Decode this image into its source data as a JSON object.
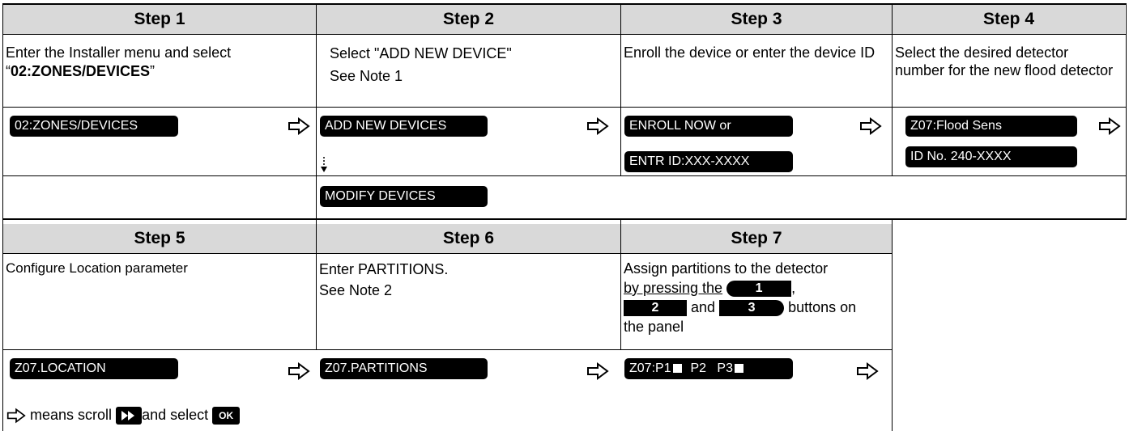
{
  "steps_row1": {
    "headers": [
      "Step 1",
      "Step 2",
      "Step 3",
      "Step 4"
    ],
    "step1_desc_pre": "Enter the Installer menu and select “",
    "step1_desc_bold": "02:ZONES/DEVICES",
    "step1_desc_post": "”",
    "step2_desc_line1": "Select  \"ADD NEW  DEVICE\"",
    "step2_desc_line2": "See Note 1",
    "step3_desc": "Enroll the device or enter the device ID",
    "step4_desc": "Select the desired detector number for the new flood detector",
    "lcd_step1": "02:ZONES/DEVICES",
    "lcd_step2": "ADD NEW DEVICES",
    "lcd_step3a": "ENROLL NOW or",
    "lcd_step3b": "ENTR ID:XXX-XXXX",
    "lcd_step4a": "Z07:Flood Sens",
    "lcd_step4b": "ID No. 240-XXXX",
    "lcd_modify": "MODIFY DEVICES"
  },
  "steps_row2": {
    "headers": [
      "Step 5",
      "Step 6",
      "Step 7"
    ],
    "step5_desc": "Configure Location parameter",
    "step6_desc_line1": "Enter PARTITIONS.",
    "step6_desc_line2": "See Note 2",
    "step7_desc_line1": "Assign partitions to the detector",
    "step7_desc_by": "by pressing the",
    "step7_key1": "1",
    "step7_comma": ",",
    "step7_key2": "2",
    "step7_and": "and",
    "step7_key3": "3",
    "step7_buttons_on": "buttons on",
    "step7_panel": "the panel",
    "lcd_step5": "Z07.LOCATION",
    "lcd_step6": "Z07.PARTITIONS",
    "lcd_step7_p1": "Z07:P1",
    "lcd_step7_p2": "P2",
    "lcd_step7_p3": "P3"
  },
  "legend": {
    "means_scroll": "means scroll",
    "and_select": "and select",
    "ok_label": "OK",
    "scroll_icon": "fast-forward-icon",
    "arrow_icon": "right-arrow-icon"
  },
  "colors": {
    "header_bg": "#d9d9d9",
    "lcd_bg": "#000000"
  }
}
